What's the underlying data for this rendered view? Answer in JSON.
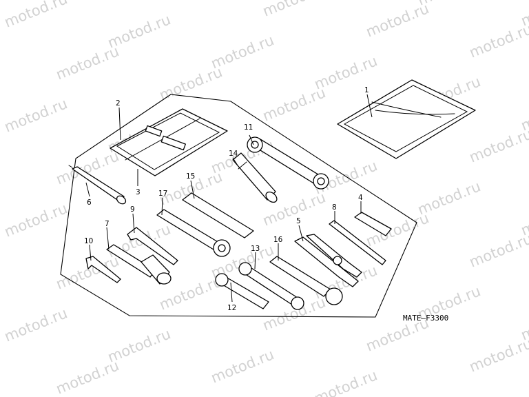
{
  "watermark": "motod.ru",
  "diagram_code": "MATE—F3300",
  "callouts": [
    "1",
    "2",
    "3",
    "4",
    "5",
    "6",
    "7",
    "8",
    "9",
    "10",
    "11",
    "12",
    "13",
    "14",
    "15",
    "16",
    "17"
  ]
}
